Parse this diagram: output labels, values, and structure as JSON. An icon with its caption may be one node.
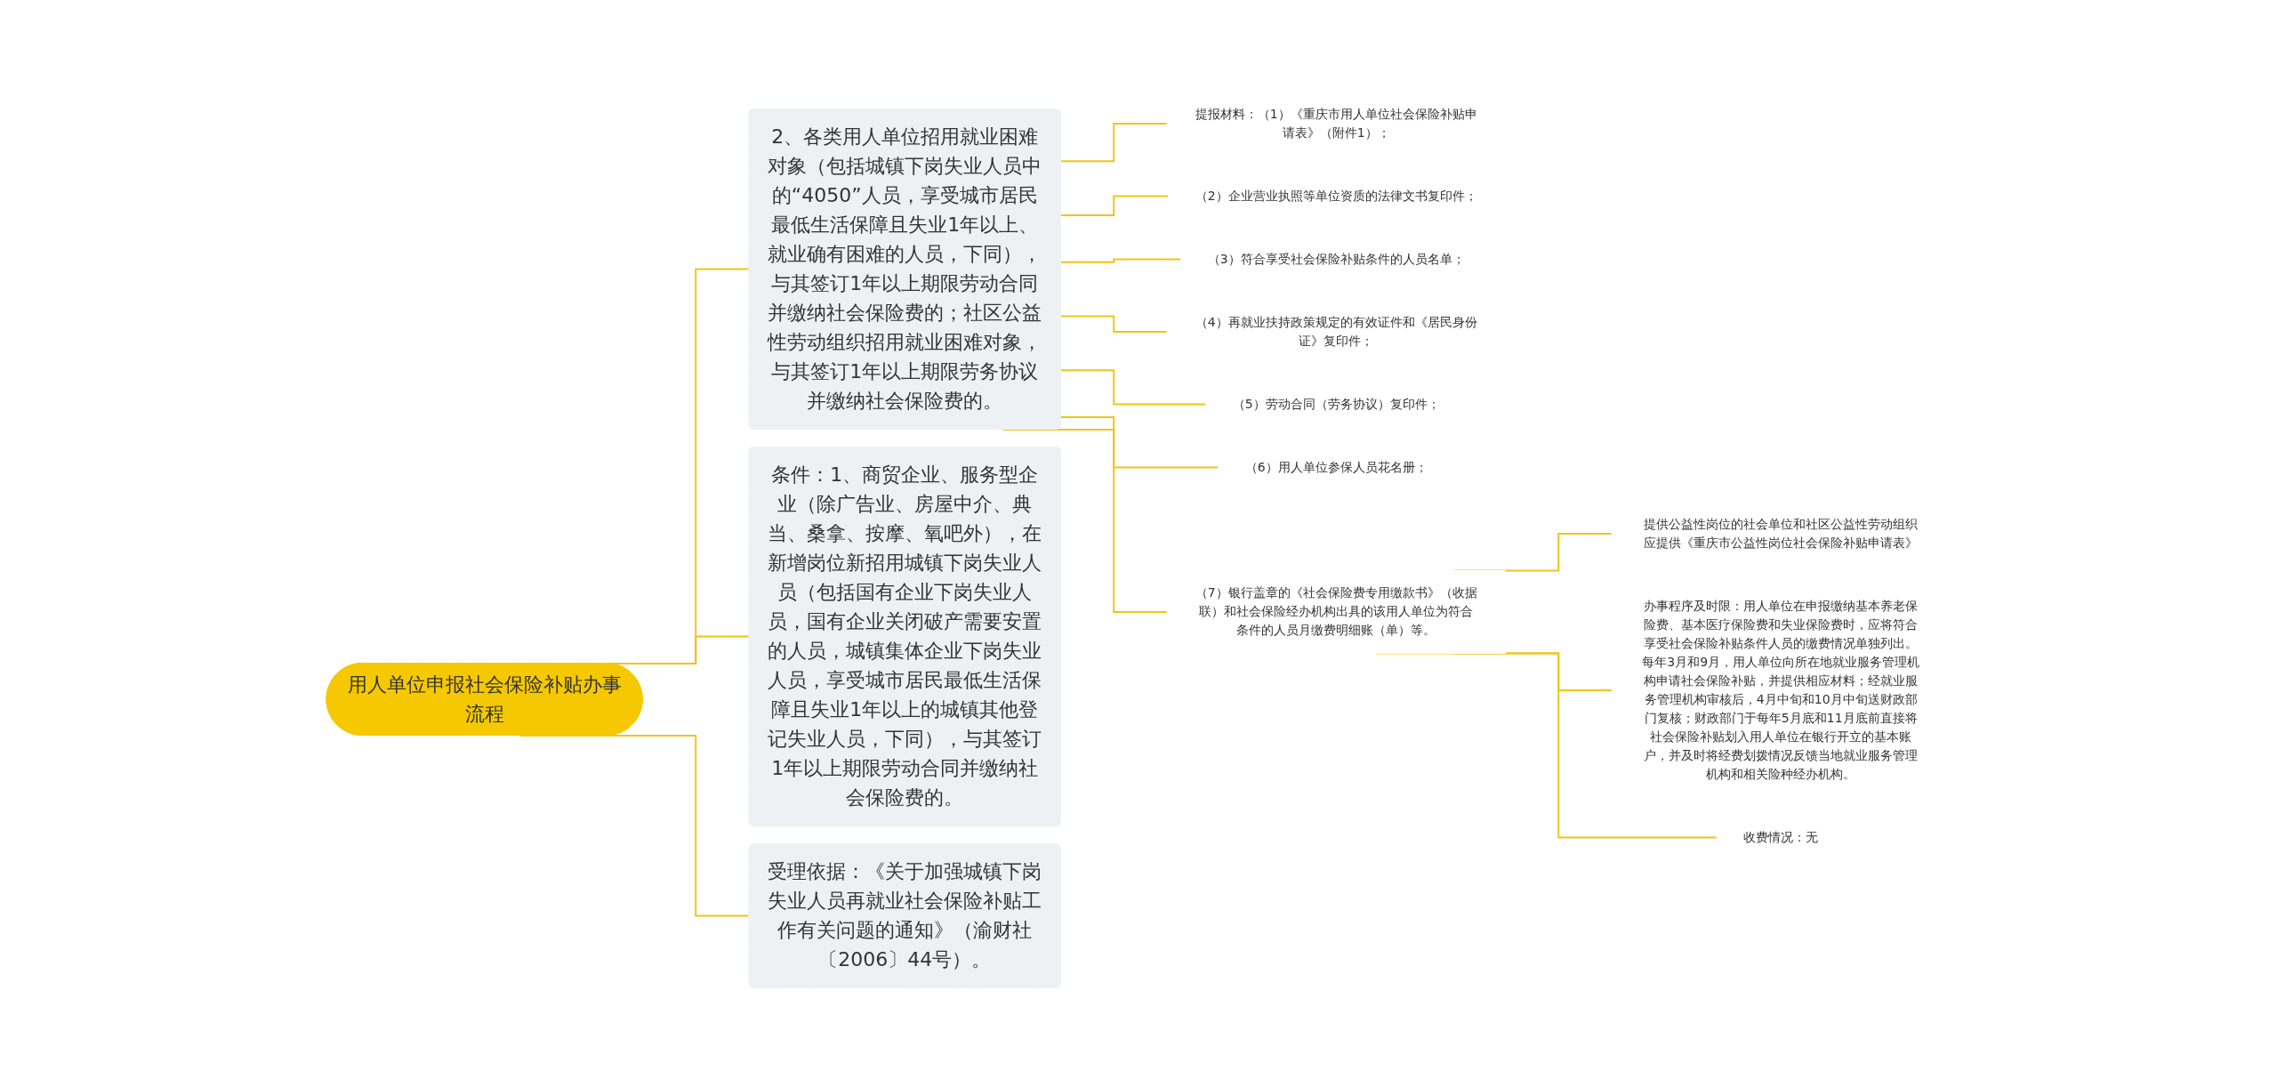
{
  "diagram": {
    "nodes": [
      {
        "text": [
          "用人单位申报社会保险补贴办事流程"
        ]
      },
      {
        "text": [
          "条件：1、商贸企业、服务型企业（除广告业、房屋中介、典当、桑拿、按摩、氧吧外），在新增岗位新招用城镇下岗失业人员（包括国有企业下岗失业人员，国有企业关闭破产需要安置的人员，城镇集体企业下岗失业人员，享受城市居民最低生活保障且失业1年以上的城镇其他登记失业人员，下同），与其签订1年以上期限劳动合同并缴纳社会保险费的。"
        ]
      },
      {
        "text": [
          "受理依据：《关于加强城镇下岗失业人员再就业社会保险补贴工作有关问题的通知》（渝财社〔2006〕44号）。"
        ]
      },
      {
        "text": [
          "2、各类用人单位招用就业困难对象（包括城镇下岗失业人员中的“4050”人员，享受城市居民最低生活保障且失业1年以上、就业确有困难的人员，下同），与其签订1年以上期限劳动合同并缴纳社会保险费的；社区公益性劳动组织招用就业困难对象，与其签订1年以上期限劳务协议并缴纳社会保险费的。"
        ]
      },
      {
        "text": [
          "提报材料：（1）《重庆市用人单位社会保险补贴申请表》（附件1）；"
        ]
      },
      {
        "text": [
          "（2）企业营业执照等单位资质的法律文书复印件；"
        ]
      },
      {
        "text": [
          "（3）符合享受社会保险补贴条件的人员名单；"
        ]
      },
      {
        "text": [
          "（4）再就业扶持政策规定的有效证件和《居民身份证》复印件；"
        ]
      },
      {
        "text": [
          "（5）劳动合同（劳务协议）复印件；"
        ]
      },
      {
        "text": [
          "（6）用人单位参保人员花名册；"
        ]
      },
      {
        "text": [
          "（7）银行盖章的《社会保险费专用缴款书》（收据联）和社会保险经办机构出具的该用人单位为符合条件的人员月缴费明细账（单）等。"
        ]
      },
      {
        "text": [
          "提供公益性岗位的社会单位和社区公益性劳动组织应提供《重庆市公益性岗位社会保险补贴申请表》"
        ]
      },
      {
        "text": [
          "办事程序及时限：用人单位在申报缴纳基本养老保险费、基本医疗保险费和失业保险费时，应将符合享受社会保险补贴条件人员的缴费情况单独列出。每年3月和9月，用人单位向所在地就业服务管理机构申请社会保险补贴，并提供相应材料；经就业服务管理机构审核后，4月中旬和10月中旬送财政部门复核；财政部门于每年5月底和11月底前直接将社会保险补贴划入用人单位在银行开立的基本账户，并及时将经费划拨情况反馈当地就业服务管理机构和相关险种经办机构。"
        ]
      },
      {
        "text": [
          "收费情况：无"
        ]
      }
    ],
    "edges": [
      {
        "from": 0,
        "to": 1,
        "arrow": "none"
      },
      {
        "from": 0,
        "to": 2,
        "arrow": "none"
      },
      {
        "from": 0,
        "to": 3,
        "arrow": "none"
      },
      {
        "from": 3,
        "to": 4,
        "arrow": "none"
      },
      {
        "from": 3,
        "to": 5,
        "arrow": "none"
      },
      {
        "from": 3,
        "to": 6,
        "arrow": "none"
      },
      {
        "from": 3,
        "to": 7,
        "arrow": "none"
      },
      {
        "from": 3,
        "to": 8,
        "arrow": "none"
      },
      {
        "from": 3,
        "to": 9,
        "arrow": "none"
      },
      {
        "from": 3,
        "to": 10,
        "arrow": "none"
      },
      {
        "from": 10,
        "to": 11,
        "arrow": "none"
      },
      {
        "from": 10,
        "to": 12,
        "arrow": "none"
      },
      {
        "from": 10,
        "to": 13,
        "arrow": "none"
      }
    ]
  }
}
